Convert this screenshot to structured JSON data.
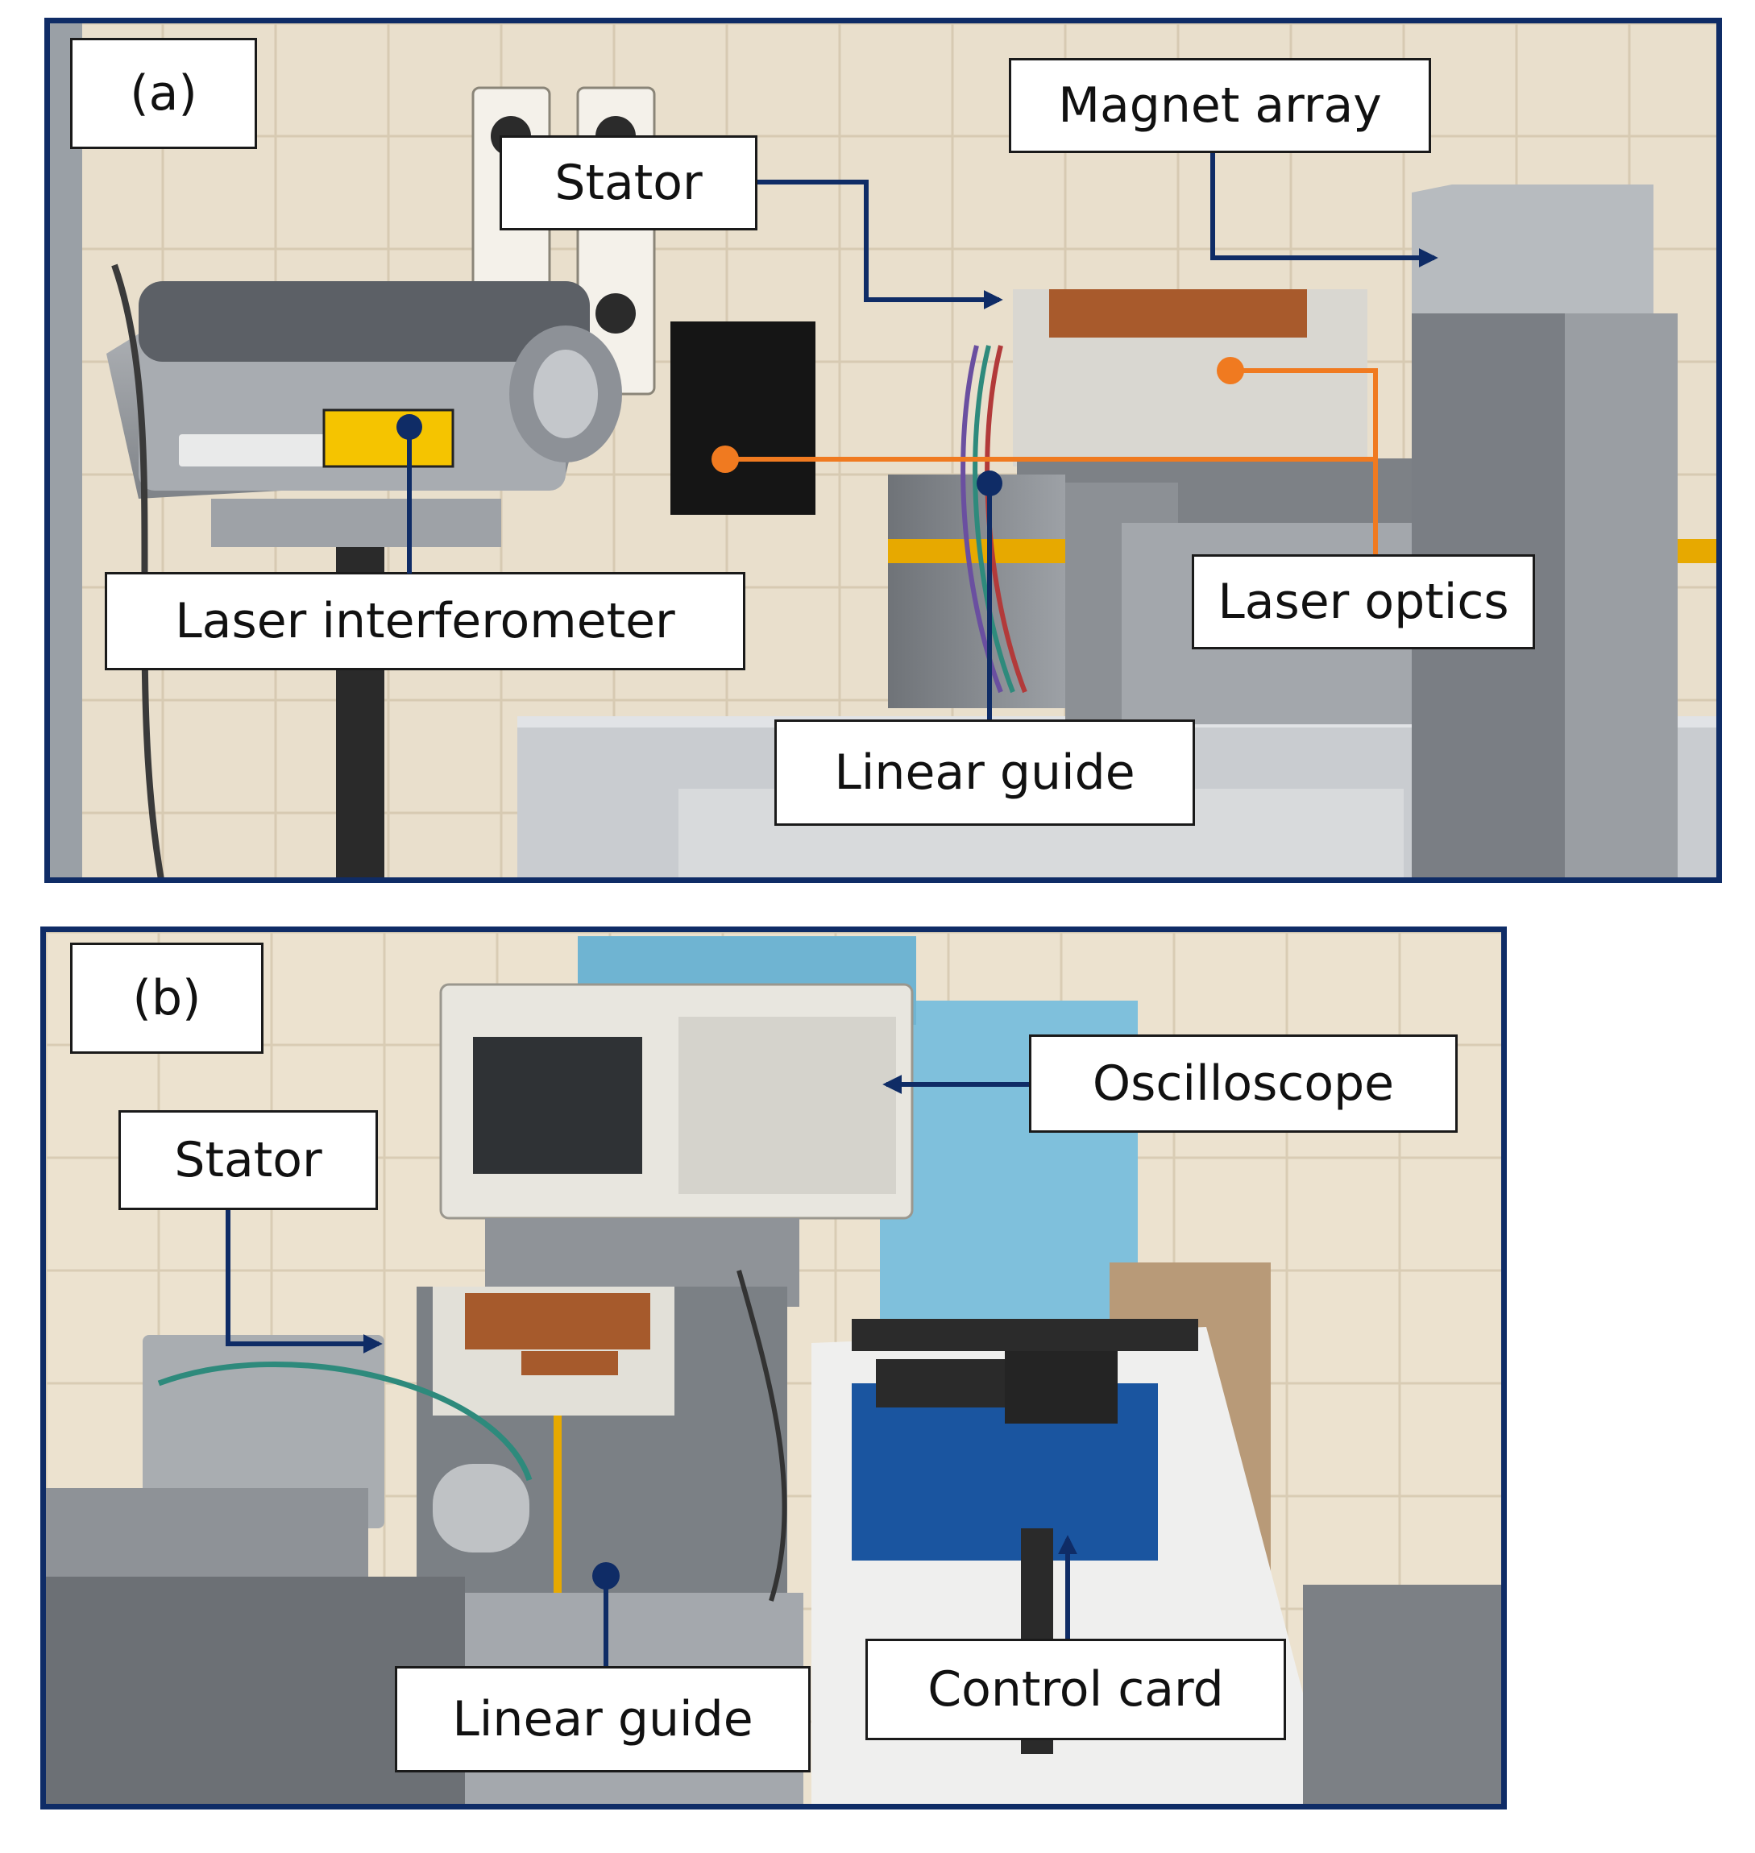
{
  "panel_a": {
    "tag": "(a)",
    "labels": {
      "stator": "Stator",
      "magnet_array": "Magnet array",
      "laser_interferometer": "Laser interferometer",
      "laser_optics": "Laser optics",
      "linear_guide": "Linear guide"
    }
  },
  "panel_b": {
    "tag": "(b)",
    "labels": {
      "oscilloscope": "Oscilloscope",
      "stator": "Stator",
      "linear_guide": "Linear guide",
      "control_card": "Control card"
    }
  },
  "colors": {
    "frame": "#0f2c66",
    "navy_arrow": "#0f2c66",
    "orange_line": "#f07a20"
  }
}
